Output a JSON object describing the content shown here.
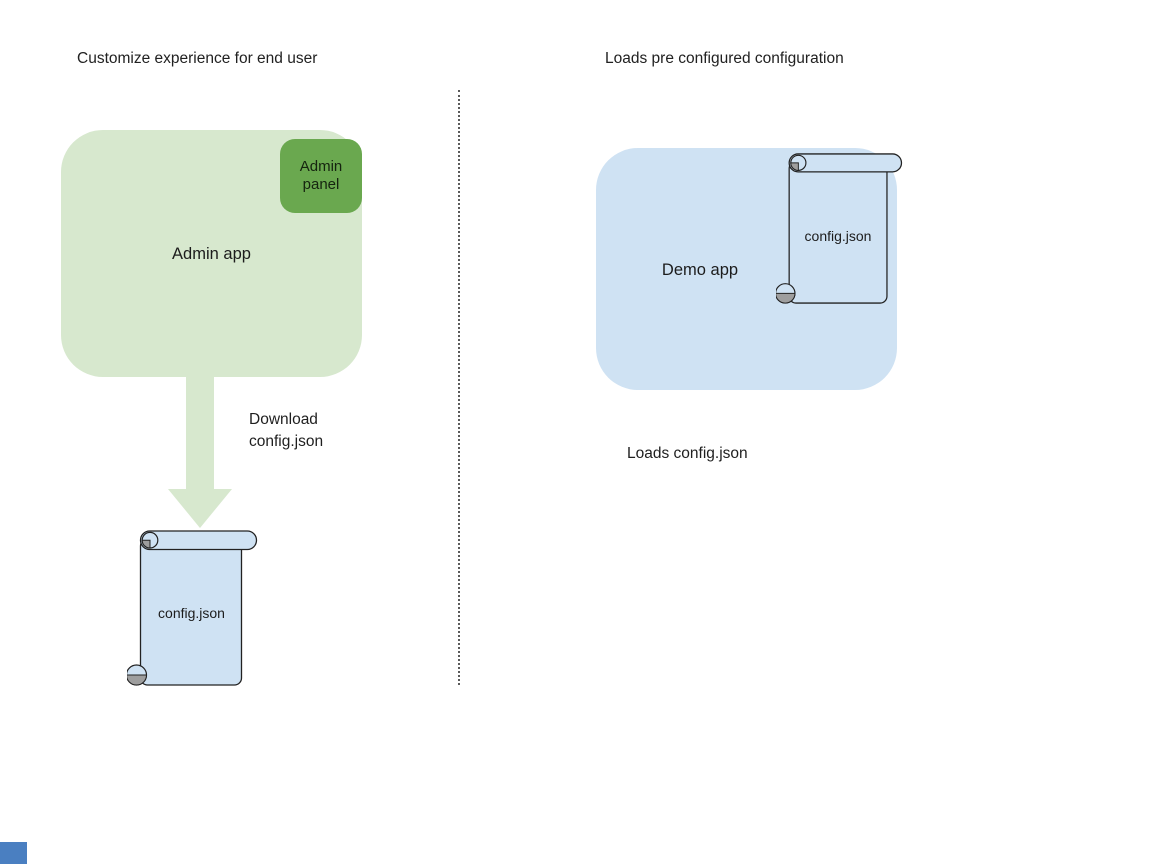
{
  "colors": {
    "app_light_green": "#d7e8ce",
    "panel_green": "#6aa84f",
    "file_light_blue": "#cfe2f3",
    "scroll_shade_grey": "#9e9e9e",
    "shape_stroke": "#1f1f1f",
    "divider_grey": "#5a5a5a",
    "corner_marker_blue": "#4a7fc1"
  },
  "left_panel": {
    "title": "Customize experience for end user",
    "admin_app_label": "Admin app",
    "admin_panel_label": "Admin panel",
    "download_label": "Download\nconfig.json",
    "config_file_label": "config.json"
  },
  "right_panel": {
    "title": "Loads pre configured configuration",
    "demo_app_label": "Demo app",
    "config_file_label": "config.json",
    "caption": "Loads config.json"
  }
}
